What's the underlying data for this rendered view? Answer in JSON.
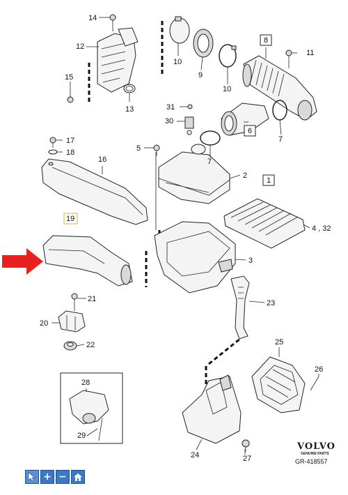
{
  "callouts": {
    "c1": "1",
    "c2": "2",
    "c3": "3",
    "c4": "4 , 32",
    "c5": "5",
    "c6": "6",
    "c7a": "7",
    "c7b": "7",
    "c8": "8",
    "c9": "9",
    "c10a": "10",
    "c10b": "10",
    "c11": "11",
    "c12": "12",
    "c13": "13",
    "c14": "14",
    "c15": "15",
    "c16": "16",
    "c17": "17",
    "c18": "18",
    "c19": "19",
    "c20": "20",
    "c21": "21",
    "c22": "22",
    "c23": "23",
    "c24": "24",
    "c25": "25",
    "c26": "26",
    "c27": "27",
    "c28": "28",
    "c29": "29",
    "c30": "30",
    "c31": "31"
  },
  "brand": {
    "logo": "VOLVO",
    "sub": "GENUINE PARTS",
    "ref": "GR-418557"
  },
  "toolbar": {
    "pointer": "pointer-icon",
    "zoom_in": "+",
    "zoom_out": "−",
    "home": "home-icon"
  },
  "colors": {
    "highlight_arrow": "#e8201f",
    "toolbar_blue": "#3a78c8",
    "label_19_border": "#d8b24a"
  }
}
